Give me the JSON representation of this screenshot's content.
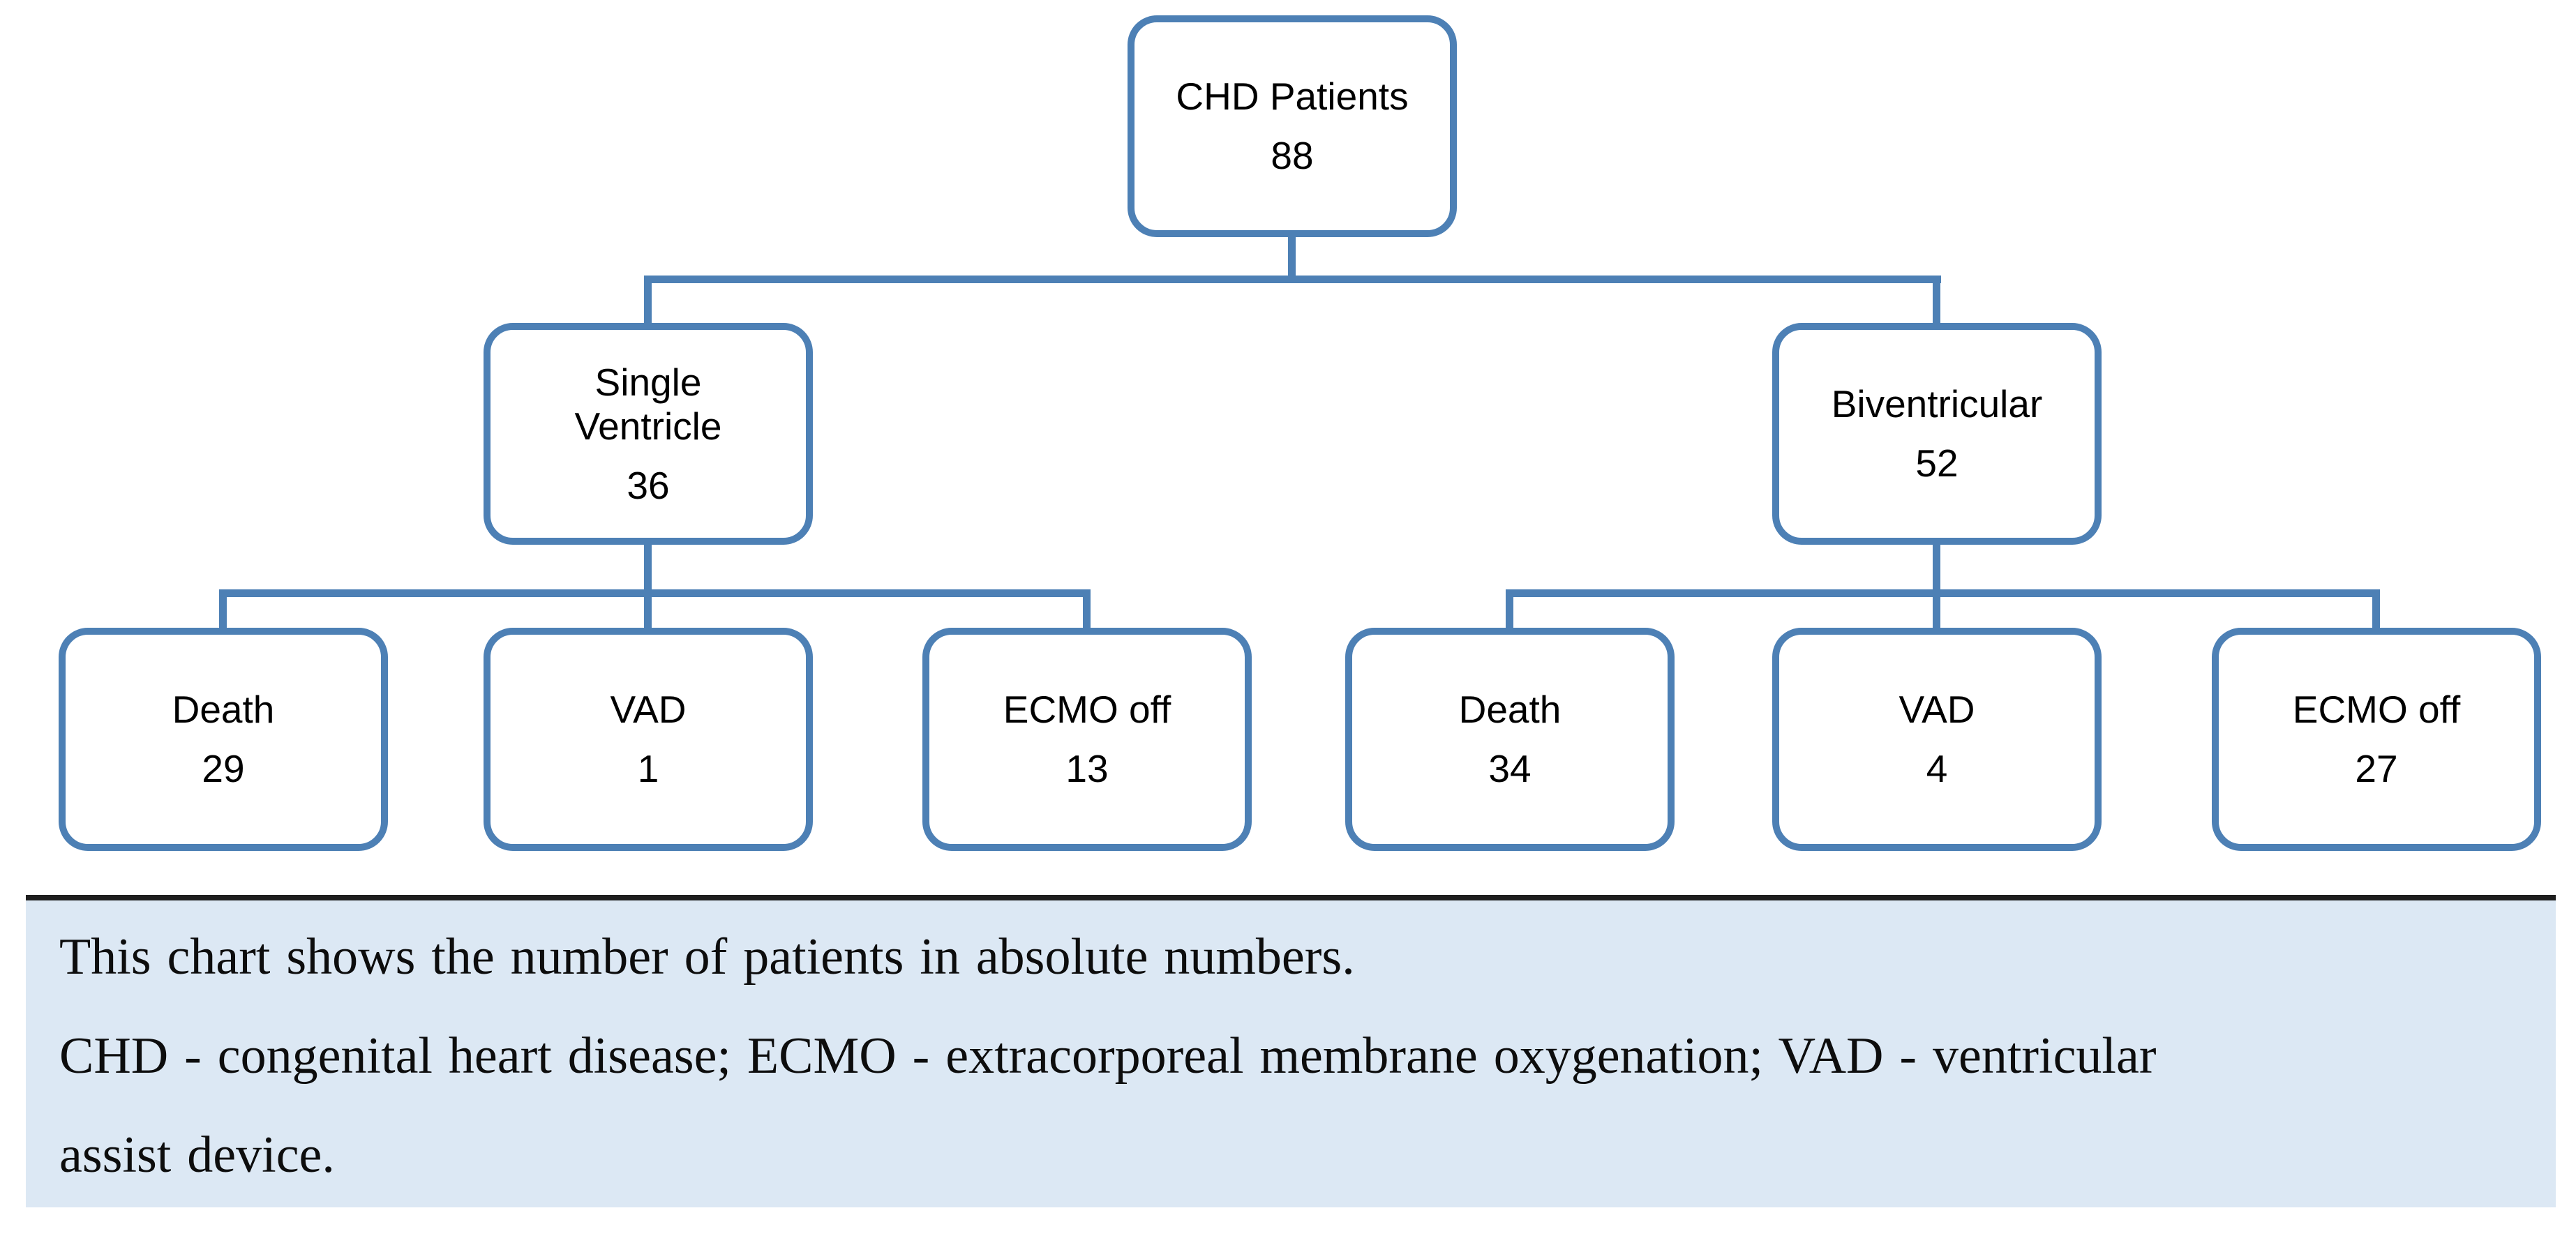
{
  "figure": {
    "type": "patient-flow-diagram",
    "colors": {
      "node_border": "#4d80b5",
      "connector": "#4d80b5",
      "node_text": "#000000",
      "caption_background": "#dce8f4",
      "caption_rule": "#1e1e1e",
      "caption_text": "#0d0d0d"
    },
    "tree": {
      "root": {
        "label": "CHD Patients",
        "value": "88"
      },
      "branches": [
        {
          "label": "Single Ventricle",
          "value": "36",
          "children": [
            {
              "label": "Death",
              "value": "29"
            },
            {
              "label": "VAD",
              "value": "1"
            },
            {
              "label": "ECMO off",
              "value": "13"
            }
          ]
        },
        {
          "label": "Biventricular",
          "value": "52",
          "children": [
            {
              "label": "Death",
              "value": "34"
            },
            {
              "label": "VAD",
              "value": "4"
            },
            {
              "label": "ECMO off",
              "value": "27"
            }
          ]
        }
      ]
    },
    "caption": {
      "lines": [
        "This chart shows the number of patients in absolute numbers.",
        "CHD - congenital heart disease; ECMO - extracorporeal membrane oxygenation; VAD - ventricular",
        "assist device."
      ],
      "full_text": "This chart shows the number of patients in absolute numbers. CHD - congenital heart disease; ECMO - extracorporeal membrane oxygenation; VAD - ventricular assist device."
    }
  }
}
